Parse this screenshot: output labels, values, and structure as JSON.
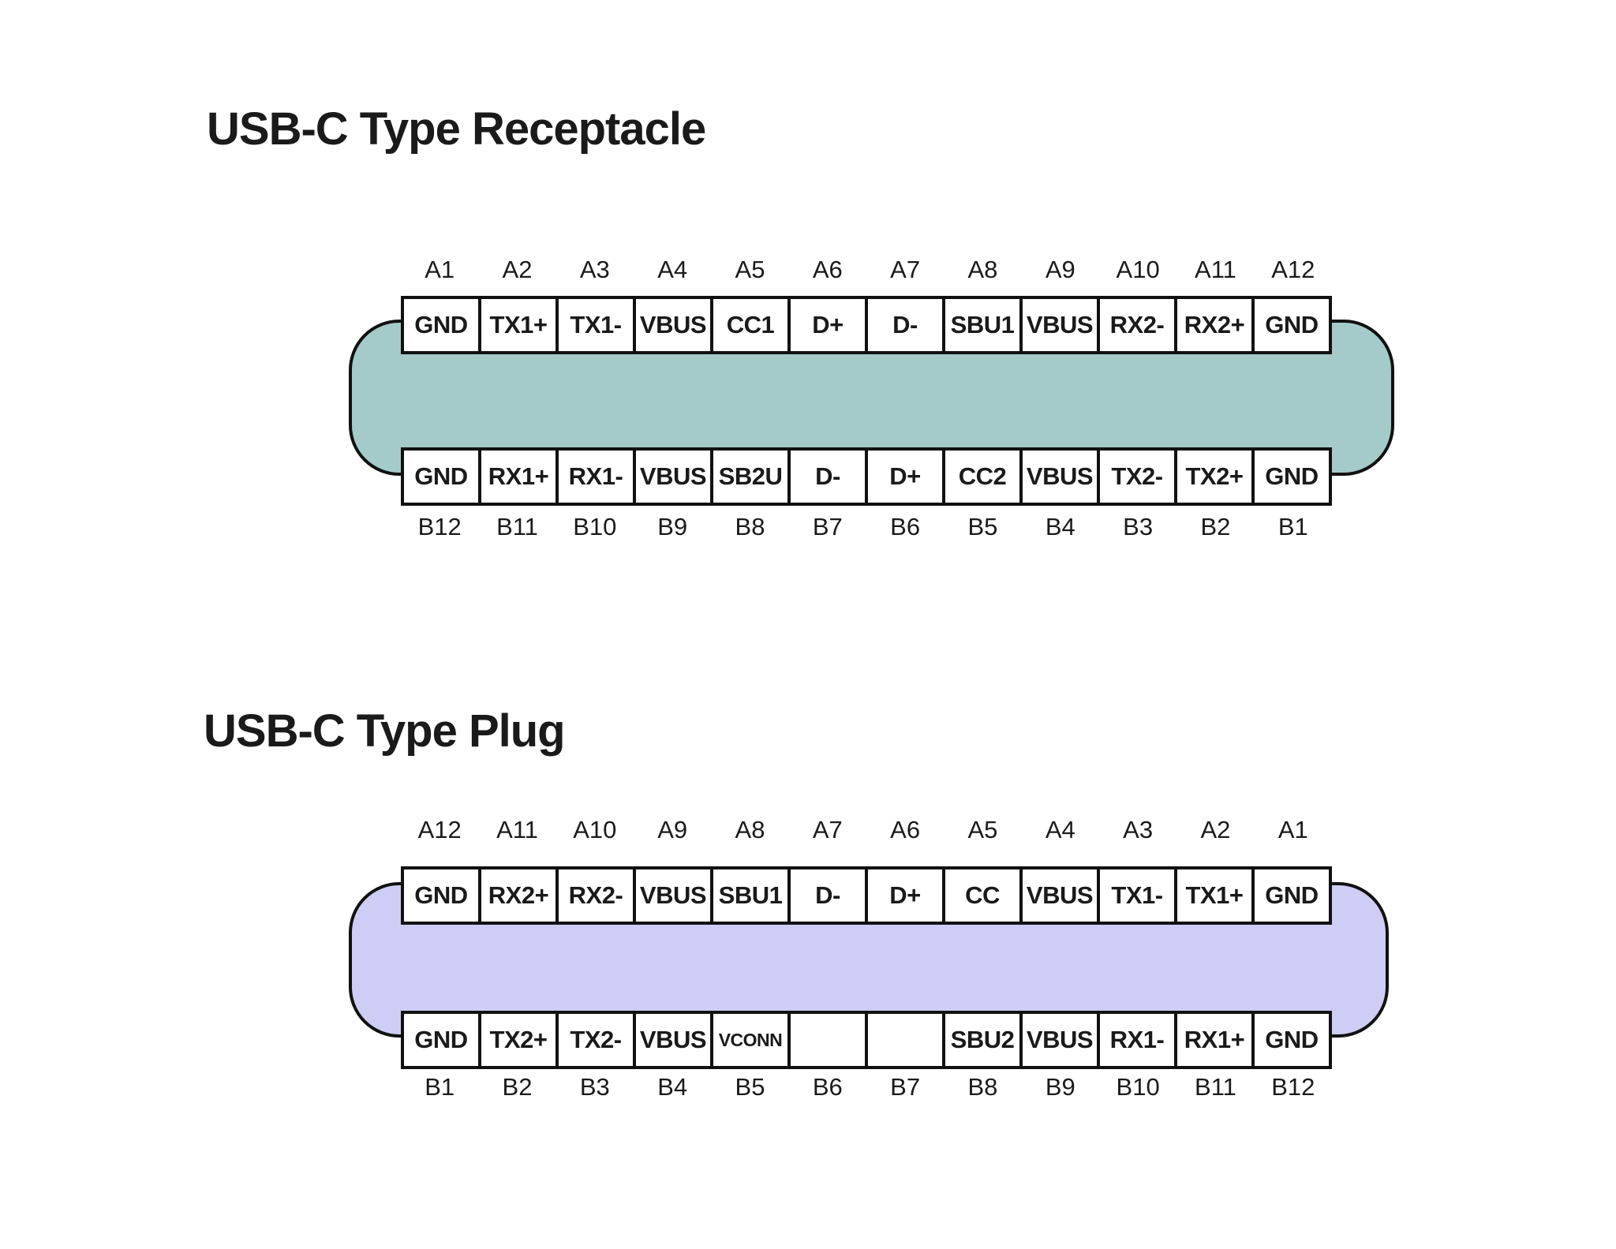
{
  "receptacle": {
    "title": "USB-C Type Receptacle",
    "body_color": "#a4cbc9",
    "top_labels": [
      "A1",
      "A2",
      "A3",
      "A4",
      "A5",
      "A6",
      "A7",
      "A8",
      "A9",
      "A10",
      "A11",
      "A12"
    ],
    "top_pins": [
      "GND",
      "TX1+",
      "TX1-",
      "VBUS",
      "CC1",
      "D+",
      "D-",
      "SBU1",
      "VBUS",
      "RX2-",
      "RX2+",
      "GND"
    ],
    "bottom_pins": [
      "GND",
      "RX1+",
      "RX1-",
      "VBUS",
      "SB2U",
      "D-",
      "D+",
      "CC2",
      "VBUS",
      "TX2-",
      "TX2+",
      "GND"
    ],
    "bottom_labels": [
      "B12",
      "B11",
      "B10",
      "B9",
      "B8",
      "B7",
      "B6",
      "B5",
      "B4",
      "B3",
      "B2",
      "B1"
    ]
  },
  "plug": {
    "title": "USB-C Type Plug",
    "body_color": "#cdcdf6",
    "top_labels": [
      "A12",
      "A11",
      "A10",
      "A9",
      "A8",
      "A7",
      "A6",
      "A5",
      "A4",
      "A3",
      "A2",
      "A1"
    ],
    "top_pins": [
      "GND",
      "RX2+",
      "RX2-",
      "VBUS",
      "SBU1",
      "D-",
      "D+",
      "CC",
      "VBUS",
      "TX1-",
      "TX1+",
      "GND"
    ],
    "bottom_pins": [
      "GND",
      "TX2+",
      "TX2-",
      "VBUS",
      "VCONN",
      "",
      "",
      "SBU2",
      "VBUS",
      "RX1-",
      "RX1+",
      "GND"
    ],
    "bottom_labels": [
      "B1",
      "B2",
      "B3",
      "B4",
      "B5",
      "B6",
      "B7",
      "B8",
      "B9",
      "B10",
      "B11",
      "B12"
    ]
  }
}
